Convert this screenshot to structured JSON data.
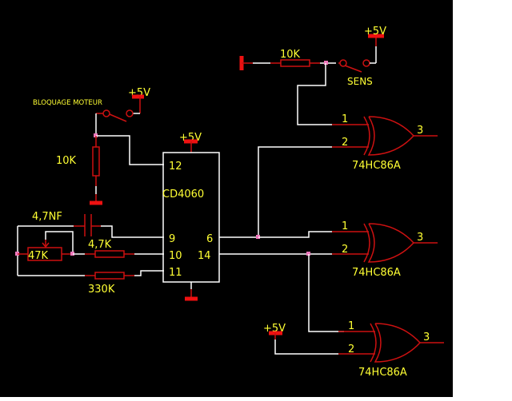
{
  "labels": {
    "vcc": "+5V",
    "r_sens": "10K",
    "sw_sens": "SENS",
    "sw_block": "BLOQUAGE MOTEUR",
    "r_block": "10K",
    "ic_name": "CD4060",
    "cap": "4,7NF",
    "pot": "47K",
    "r_47": "4,7K",
    "r_330": "330K"
  },
  "ic_pins": {
    "p12": "12",
    "p9": "9",
    "p10": "10",
    "p11": "11",
    "p6": "6",
    "p14": "14"
  },
  "gates": [
    {
      "name": "74HC86A",
      "in1": "1",
      "in2": "2",
      "out": "3"
    },
    {
      "name": "74HC86A",
      "in1": "1",
      "in2": "2",
      "out": "3"
    },
    {
      "name": "74HC86A",
      "in1": "1",
      "in2": "2",
      "out": "3"
    }
  ],
  "colors": {
    "background": "#000000",
    "wire": "#ffffff",
    "component": "#cc1111",
    "text": "#ffff33",
    "node": "#ee77bb"
  }
}
